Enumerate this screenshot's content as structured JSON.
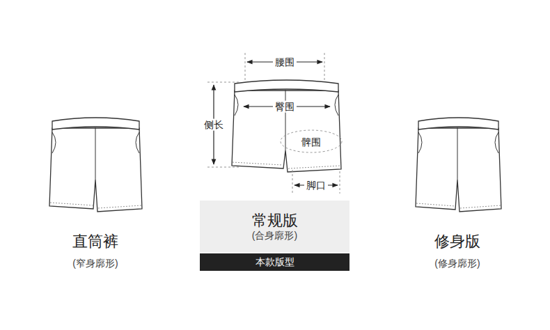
{
  "diagram": {
    "nodes": [
      {
        "text": [
          "常规版",
          "(合身廓形)"
        ]
      },
      {
        "text": [
          "本款版型"
        ]
      }
    ],
    "labels": [
      "腰围",
      "臀围",
      "侧长",
      "髀围",
      "脚口",
      "直筒裤",
      "(窄身廓形)",
      "修身版",
      "(修身廓形)"
    ]
  }
}
